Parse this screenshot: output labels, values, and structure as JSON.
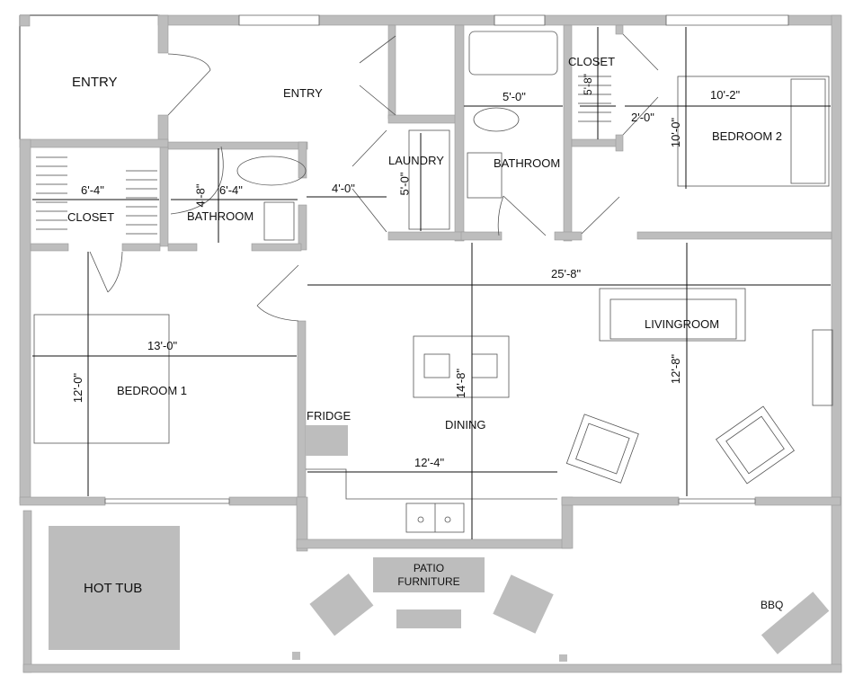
{
  "plan": {
    "rooms": [
      {
        "id": "entry-outer",
        "label": "ENTRY"
      },
      {
        "id": "entry-inner",
        "label": "ENTRY"
      },
      {
        "id": "closet-1",
        "label": "CLOSET"
      },
      {
        "id": "bathroom-1",
        "label": "BATHROOM"
      },
      {
        "id": "laundry",
        "label": "LAUNDRY"
      },
      {
        "id": "bathroom-2",
        "label": "BATHROOM"
      },
      {
        "id": "closet-2",
        "label": "CLOSET"
      },
      {
        "id": "bedroom-2",
        "label": "BEDROOM 2"
      },
      {
        "id": "bedroom-1",
        "label": "BEDROOM 1"
      },
      {
        "id": "dining",
        "label": "DINING"
      },
      {
        "id": "livingroom",
        "label": "LIVINGROOM"
      }
    ],
    "fixtures": {
      "fridge": "FRIDGE",
      "hot_tub": "HOT TUB",
      "patio_furniture_line1": "PATIO",
      "patio_furniture_line2": "FURNITURE",
      "bbq": "BBQ"
    },
    "dimensions": {
      "closet1_width": "6'-4\"",
      "bathroom1_width": "6'-4\"",
      "bathroom1_depth": "4'-8\"",
      "hall_width": "4'-0\"",
      "laundry_depth": "5'-0\"",
      "bathroom2_width": "5'-0\"",
      "closet2_depth": "5'-8\"",
      "closet2_width": "2'-0\"",
      "bedroom2_width": "10'-2\"",
      "bedroom2_depth": "10'-0\"",
      "bedroom1_width": "13'-0\"",
      "bedroom1_depth": "12'-0\"",
      "main_width": "25'-8\"",
      "dining_depth": "14'-8\"",
      "kitchen_width": "12'-4\"",
      "living_depth": "12'-8\""
    }
  }
}
